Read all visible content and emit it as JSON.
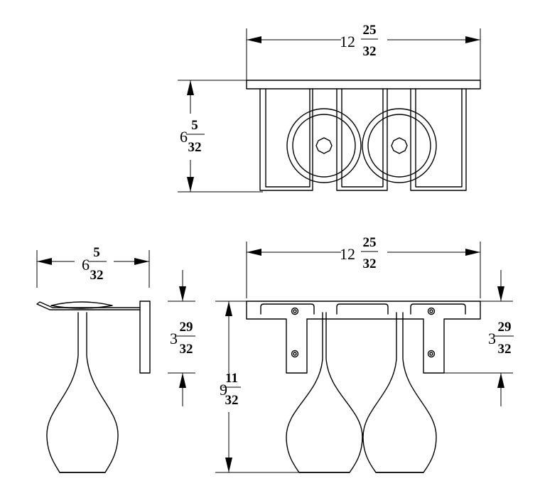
{
  "views": {
    "top": {
      "width": {
        "whole": "12",
        "num": "25",
        "den": "32"
      },
      "depth": {
        "whole": "6",
        "num": "5",
        "den": "32"
      }
    },
    "side": {
      "depth": {
        "whole": "6",
        "num": "5",
        "den": "32"
      },
      "bracket_height": {
        "whole": "3",
        "num": "29",
        "den": "32"
      }
    },
    "front": {
      "width": {
        "whole": "12",
        "num": "25",
        "den": "32"
      },
      "overall_height": {
        "whole": "9",
        "num": "11",
        "den": "32"
      },
      "bracket_height": {
        "whole": "3",
        "num": "29",
        "den": "32"
      }
    }
  }
}
